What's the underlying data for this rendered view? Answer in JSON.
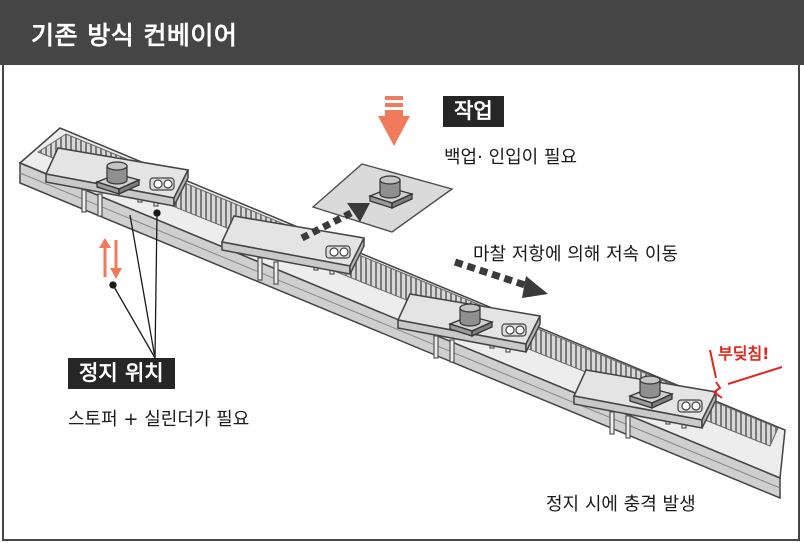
{
  "header": {
    "title": "기존 방식 컨베이어"
  },
  "labels": {
    "work_tag": "작업",
    "work_desc": "백업· 인입이 필요",
    "move_desc": "마찰 저항에 의해 저속 이동",
    "stop_tag": "정지 위치",
    "stop_desc": "스토퍼 + 실린더가 필요",
    "impact_desc": "정지 시에 충격 발생",
    "bump_warning": "부딪침!"
  },
  "colors": {
    "accent_arrow": "#f07a5a",
    "warning": "#e0281e",
    "header_bg": "#454545",
    "tag_bg": "#262626",
    "dark_arrow": "#3a3a3a"
  }
}
